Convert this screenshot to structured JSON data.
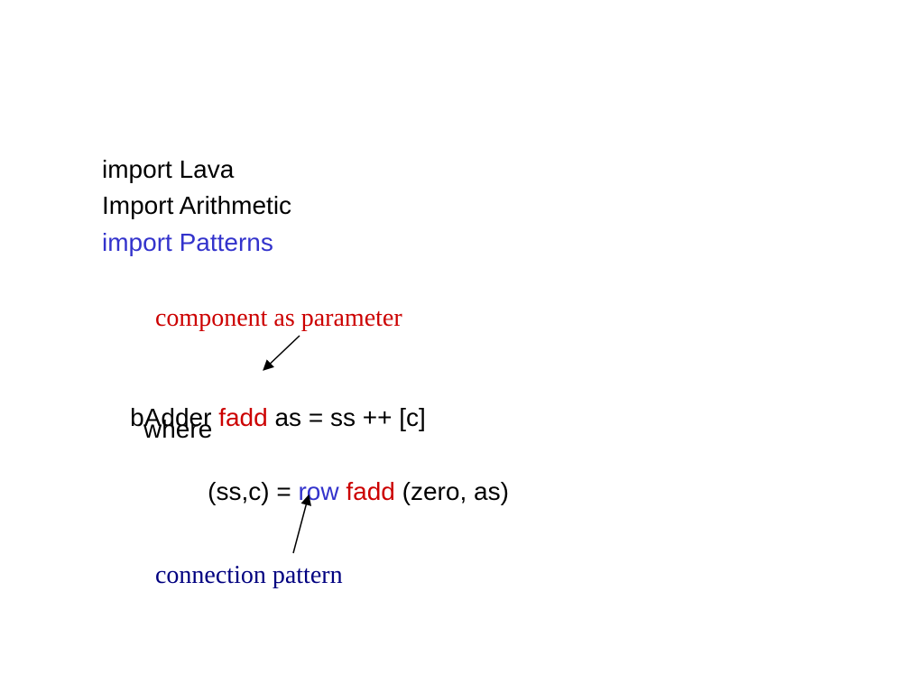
{
  "colors": {
    "default_text": "#000000",
    "highlight_red": "#cc0000",
    "highlight_blue": "#3333cc",
    "note_red": "#cc0000",
    "note_navy": "#000080"
  },
  "imports": {
    "line1": "import Lava",
    "line2": "Import Arithmetic",
    "line3": "import Patterns"
  },
  "annotations": {
    "component": "component as parameter",
    "connection": "connection pattern"
  },
  "code": {
    "badder_name": "bAdder ",
    "badder_param": "fadd",
    "badder_rest": " as = ss ++ [c]",
    "where_kw": "where",
    "ss_c_lhs": "(ss,c) = ",
    "row_fn": "row",
    "space": " ",
    "row_arg": "fadd",
    "row_rest": " (zero, as)"
  },
  "icons": {
    "component_arrow": "arrow-pointing-down-left",
    "connection_arrow": "arrow-pointing-up"
  }
}
